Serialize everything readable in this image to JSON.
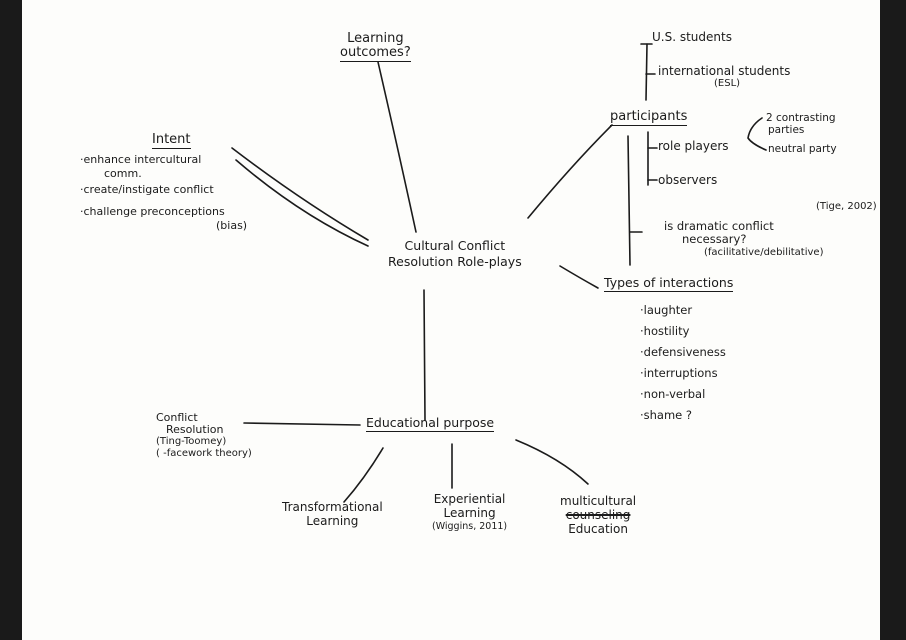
{
  "center": {
    "line1": "Cultural Conflict",
    "line2": "Resolution Role-plays"
  },
  "learning_outcomes": {
    "line1": "Learning",
    "line2": "outcomes?"
  },
  "intent": {
    "title": "Intent",
    "items": [
      {
        "line1": "·enhance intercultural",
        "line2": "comm."
      },
      {
        "line1": "·create/instigate conflict"
      },
      {
        "line1": "·challenge preconceptions",
        "line2": "(bias)"
      }
    ]
  },
  "participants": {
    "title": "participants",
    "us_students": "U.S. students",
    "international": {
      "line1": "international students",
      "line2": "(ESL)"
    },
    "role_players": "role players",
    "contrasting": {
      "line1": "2 contrasting",
      "line2": "parties"
    },
    "neutral": "neutral party",
    "observers": "observers",
    "citation": "(Tige, 2002)",
    "dramatic": {
      "line1": "is dramatic conflict",
      "line2": "necessary?",
      "line3": "(facilitative/debilitative)"
    }
  },
  "interactions": {
    "title": "Types of interactions",
    "items": [
      "·laughter",
      "·hostility",
      "·defensiveness",
      "·interruptions",
      "·non-verbal",
      "·shame ?"
    ]
  },
  "educational_purpose": {
    "title": "Educational purpose",
    "conflict_resolution": {
      "line1": "Conflict",
      "line2": "Resolution",
      "line3": "(Ting-Toomey)",
      "line4": "( -facework theory)"
    },
    "transformational": {
      "line1": "Transformational",
      "line2": "Learning"
    },
    "experiential": {
      "line1": "Experiential",
      "line2": "Learning",
      "line3": "(Wiggins, 2011)"
    },
    "multicultural": {
      "line1": "multicultural",
      "line2": "counseling",
      "line3": "Education"
    }
  }
}
